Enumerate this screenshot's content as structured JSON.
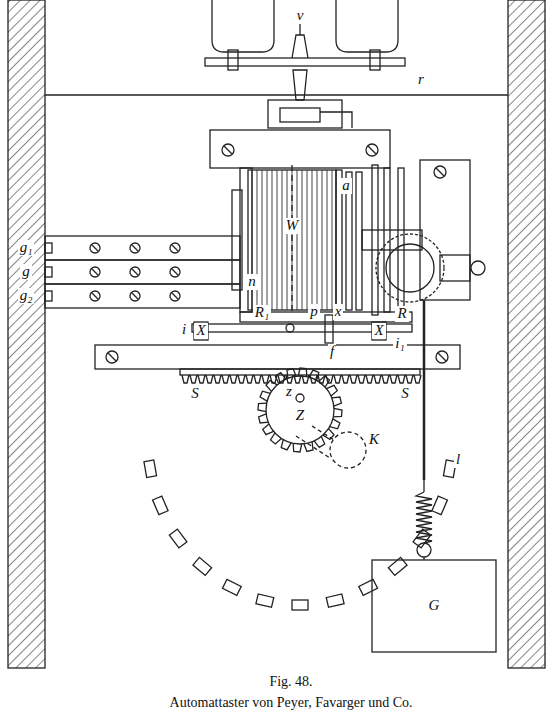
{
  "diagram": {
    "caption": "Automattaster von Peyer, Favarger und Co.",
    "labels": [
      "v",
      "r",
      "g₁",
      "g",
      "g₂",
      "W",
      "a",
      "n",
      "R₁",
      "p",
      "x",
      "R",
      "i",
      "X",
      "X",
      "i₁",
      "f",
      "S",
      "S",
      "z",
      "Z",
      "K",
      "l",
      "G",
      "Fig. 48."
    ]
  }
}
